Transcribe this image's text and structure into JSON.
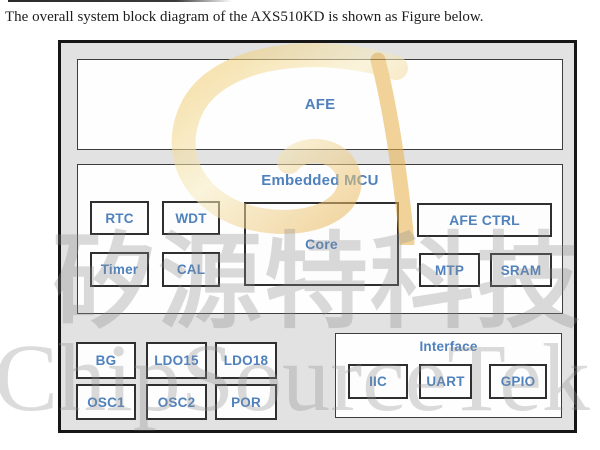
{
  "page": {
    "caption": "The overall system block diagram of the AXS510KD is shown as Figure below."
  },
  "diagram": {
    "afe": {
      "label": "AFE"
    },
    "mcu": {
      "title": "Embedded MCU",
      "blocks": {
        "rtc": "RTC",
        "wdt": "WDT",
        "timer": "Timer",
        "cal": "CAL",
        "core": "Core",
        "afe_ctrl": "AFE CTRL",
        "mtp": "MTP",
        "sram": "SRAM"
      }
    },
    "power": {
      "bg": "BG",
      "ldo15": "LDO15",
      "ldo18": "LDO18",
      "osc1": "OSC1",
      "osc2": "OSC2",
      "por": "POR"
    },
    "interface": {
      "title": "Interface",
      "blocks": {
        "iic": "IIC",
        "uart": "UART",
        "gpio": "GPIO"
      }
    }
  },
  "watermark": {
    "cjk_text": "矽源特科技",
    "latin_text": "ChipSourceTek",
    "logo": "chipsourcetek-s-logo"
  },
  "colors": {
    "label_blue": "#4f81bd",
    "panel_gray": "#e2e2e2",
    "outer_border": "#161616",
    "box_border": "#2f2f2f",
    "logo_yellow": "#f6e8b0",
    "logo_orange": "#e6a93e",
    "watermark_gray": "#c9c9c9"
  }
}
